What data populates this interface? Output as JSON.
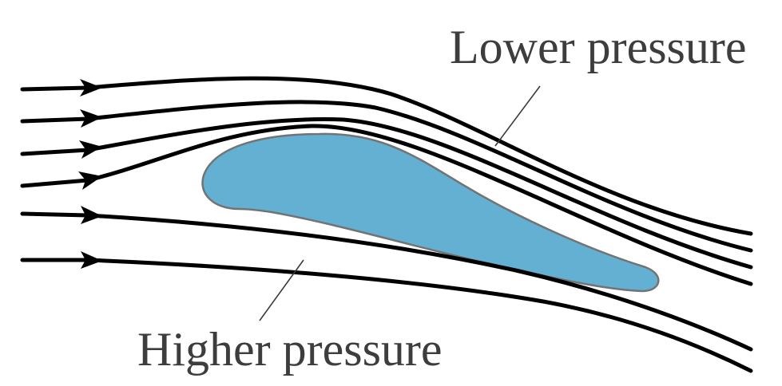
{
  "labels": {
    "low": "Lower pressure",
    "high": "Higher pressure"
  },
  "colors": {
    "airfoil_fill": "#63b0d2",
    "airfoil_stroke": "#737373",
    "streamline": "#000000",
    "label_text": "#3d3d3d"
  },
  "elements": {
    "airfoil": "airfoil cross-section",
    "streamlines_above": 4,
    "streamlines_below": 2
  }
}
